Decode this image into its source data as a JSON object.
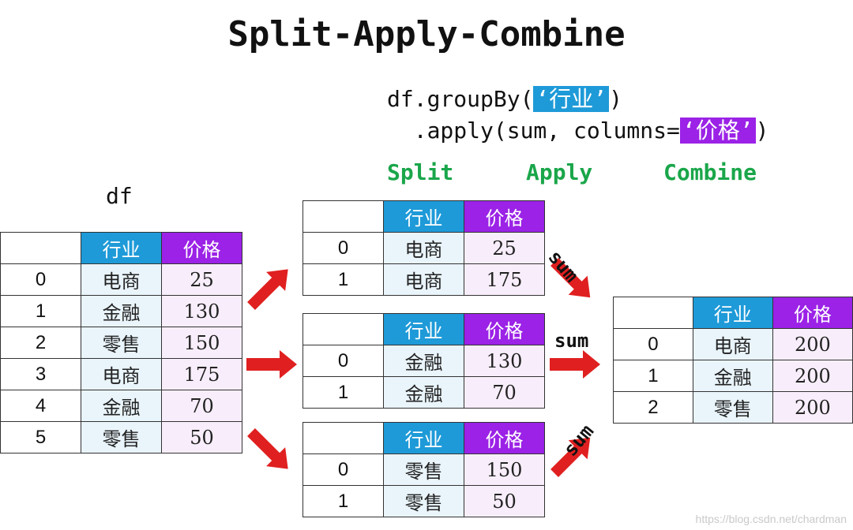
{
  "title": "Split-Apply-Combine",
  "code": {
    "line1_prefix": "df.groupBy(",
    "line1_arg": "‘行业’",
    "line1_suffix": ")",
    "line2_prefix": "  .apply(sum, columns=",
    "line2_arg": "‘价格’",
    "line2_suffix": ")"
  },
  "steps": {
    "split": "Split",
    "apply": "Apply",
    "combine": "Combine"
  },
  "df_label": "df",
  "headers": {
    "industry": "行业",
    "price": "价格"
  },
  "colors": {
    "industry_header": "#1e9ad8",
    "price_header": "#9b22e6",
    "step_green": "#1aa64a",
    "arrow_red": "#e02020"
  },
  "df_rows": [
    {
      "idx": "0",
      "industry": "电商",
      "price": "25"
    },
    {
      "idx": "1",
      "industry": "金融",
      "price": "130"
    },
    {
      "idx": "2",
      "industry": "零售",
      "price": "150"
    },
    {
      "idx": "3",
      "industry": "电商",
      "price": "175"
    },
    {
      "idx": "4",
      "industry": "金融",
      "price": "70"
    },
    {
      "idx": "5",
      "industry": "零售",
      "price": "50"
    }
  ],
  "groups": [
    {
      "rows": [
        {
          "idx": "0",
          "industry": "电商",
          "price": "25"
        },
        {
          "idx": "1",
          "industry": "电商",
          "price": "175"
        }
      ]
    },
    {
      "rows": [
        {
          "idx": "0",
          "industry": "金融",
          "price": "130"
        },
        {
          "idx": "1",
          "industry": "金融",
          "price": "70"
        }
      ]
    },
    {
      "rows": [
        {
          "idx": "0",
          "industry": "零售",
          "price": "150"
        },
        {
          "idx": "1",
          "industry": "零售",
          "price": "50"
        }
      ]
    }
  ],
  "result_rows": [
    {
      "idx": "0",
      "industry": "电商",
      "price": "200"
    },
    {
      "idx": "1",
      "industry": "金融",
      "price": "200"
    },
    {
      "idx": "2",
      "industry": "零售",
      "price": "200"
    }
  ],
  "sum_labels": [
    "sum",
    "sum",
    "sum"
  ],
  "watermark": "https://blog.csdn.net/chardman"
}
